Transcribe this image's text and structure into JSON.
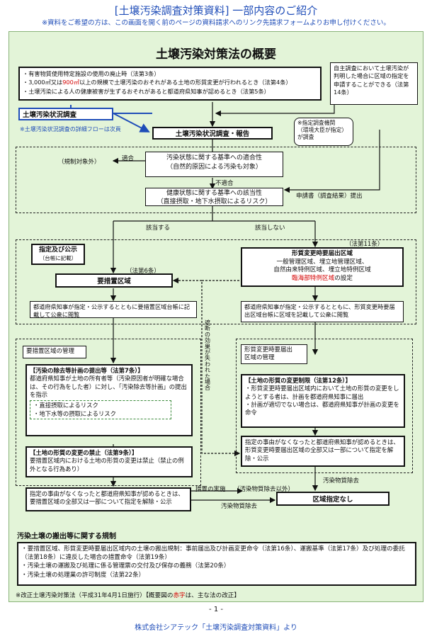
{
  "header": {
    "title": "[土壌汚染調査対策資料] 一部内容のご紹介",
    "note": "※資料をご希望の方は、この画面を開く前のページの資料請求へのリンク先請求フォームよりお申し付けください。"
  },
  "diagram": {
    "title": "土壌汚染対策法の概要",
    "triggers": {
      "item1": "・有害物質使用特定施設の使用の廃止時（法第3条）",
      "item2_pre": "・3,000㎡又は",
      "item2_red": "900㎡",
      "item2_post": "以上の規模で土壌汚染のおそれがある土地の形質変更が行われるとき（法第4条）",
      "item3": "・土壌汚染による人の健康被害が生ずるおそれがあると都道府県知事が認めるとき（法第5条）"
    },
    "voluntary": "自主調査において土壌汚染が判明した場合に区域の指定を申請することができる（法第14条）",
    "survey_label": "土壌汚染状況調査",
    "survey_note": "※土壌汚染状況調査の詳細フローは次頁",
    "survey_report": "土壌汚染状況調査・報告",
    "agency_note": "※指定調査機関\n（環境大臣が指定）\nが調査",
    "standard1": "汚染状態に関する基準への適合性\n（自然的原因による汚染も対象）",
    "fit_label": "適合",
    "exempt_label": "（規制対象外）",
    "nonfit_label": "不適合",
    "standard2": "健康状態に関する基準への該当性\n（直接摂取・地下水摂取によるリスク）",
    "application_label": "申請書（調査結果）提出",
    "applies_label": "該当する",
    "not_applies_label": "該当しない",
    "designation_title": "指定及び公示",
    "designation_sub": "（台帳に記載）",
    "art6_label": "（法第6条）",
    "art11_label": "（法第11条）",
    "zone_req": "要措置区域",
    "notify_zone": {
      "title": "形質変更時要届出区域",
      "line1": "一般管理区域、埋立地管理区域、",
      "line2": "自然由来特例区域、埋立地特例区域",
      "red": "臨海部特例区域",
      "post": "の設定"
    },
    "req_register": "都道府県知事が指定・公示するとともに要措置区域台帳に記載して公衆に閲覧",
    "notify_register": "都道府県知事が指定・公示するとともに、形質変更時要届出区域台帳に区域を記載して公衆に閲覧",
    "req_mgmt": "要措置区域の管理",
    "notify_mgmt": "形質変更時要届出\n区域の管理",
    "plan": {
      "title": "【汚染の除去等計画の提出等（法第7条）】",
      "body": "都道府県知事が土地の所有者等（汚染原因者が明確な場合は、その行為をした者）に対し、「汚染除去等計画」の提出を指示",
      "risk1": "・直接摂取によるリスク",
      "risk2": "・地下水等の摂取によるリスク"
    },
    "prohibit": {
      "title": "【土地の形質の変更の禁止（法第9条）】",
      "body": "要措置区域内における土地の形質の変更は禁止（禁止の例外となる行為あり）"
    },
    "limit": {
      "title": "【土地の形質の変更制限（法第12条）】",
      "b1": "・形質変更時要届出区域内において土地の形質の変更をしようとする者は、計画を都道府県知事に届出",
      "b2": "・計画が適切でない場合は、都道府県知事が計画の変更を命令"
    },
    "vertical_note": "遮断の効果が失われた場合",
    "release_req": "指定の事由がなくなったと都道府県知事が認めるときは、要措置区域の全部又は一部について指定を解除・公示",
    "release_notify": "指定の事由がなくなったと都道府県知事が認めるときは、形質変更時要届出区域の全部又は一部について指定を解除・公示",
    "measure_label": "措置の実施",
    "measure_except": "（汚染物質除去以外）",
    "removal_label": "汚染物質除去",
    "removal_label2": "汚染物質除去",
    "no_designation": "区域指定なし",
    "transport": {
      "heading": "汚染土壌の搬出等に関する規制",
      "l1": "・要措置区域、形質変更時要届出区域内の土壌の搬出規制：事前届出及び計画変更命令（法第16条）、運搬基準（法第17条）及び処理の委託（法第18条）に違反した場合の措置命令（法第19条）",
      "l2": "・汚染土壌の運搬及び処理に係る管理票の交付及び保存の義務（法第20条）",
      "l3": "・汚染土壌の処理業の許可制度（法第22条）"
    },
    "footnote_pre": "※改正土壌汚染対策法（平成31年4月1日施行）【概要図の",
    "footnote_red": "赤字",
    "footnote_post": "は、主な法の改正】"
  },
  "footer": {
    "page": "- 1 -",
    "source": "株式会社シアテック「土壌汚染調査対策資料」より"
  },
  "colors": {
    "accent_blue": "#1f4db8",
    "panel_green": "#e3f4d8",
    "highlight_red": "#d40000"
  }
}
